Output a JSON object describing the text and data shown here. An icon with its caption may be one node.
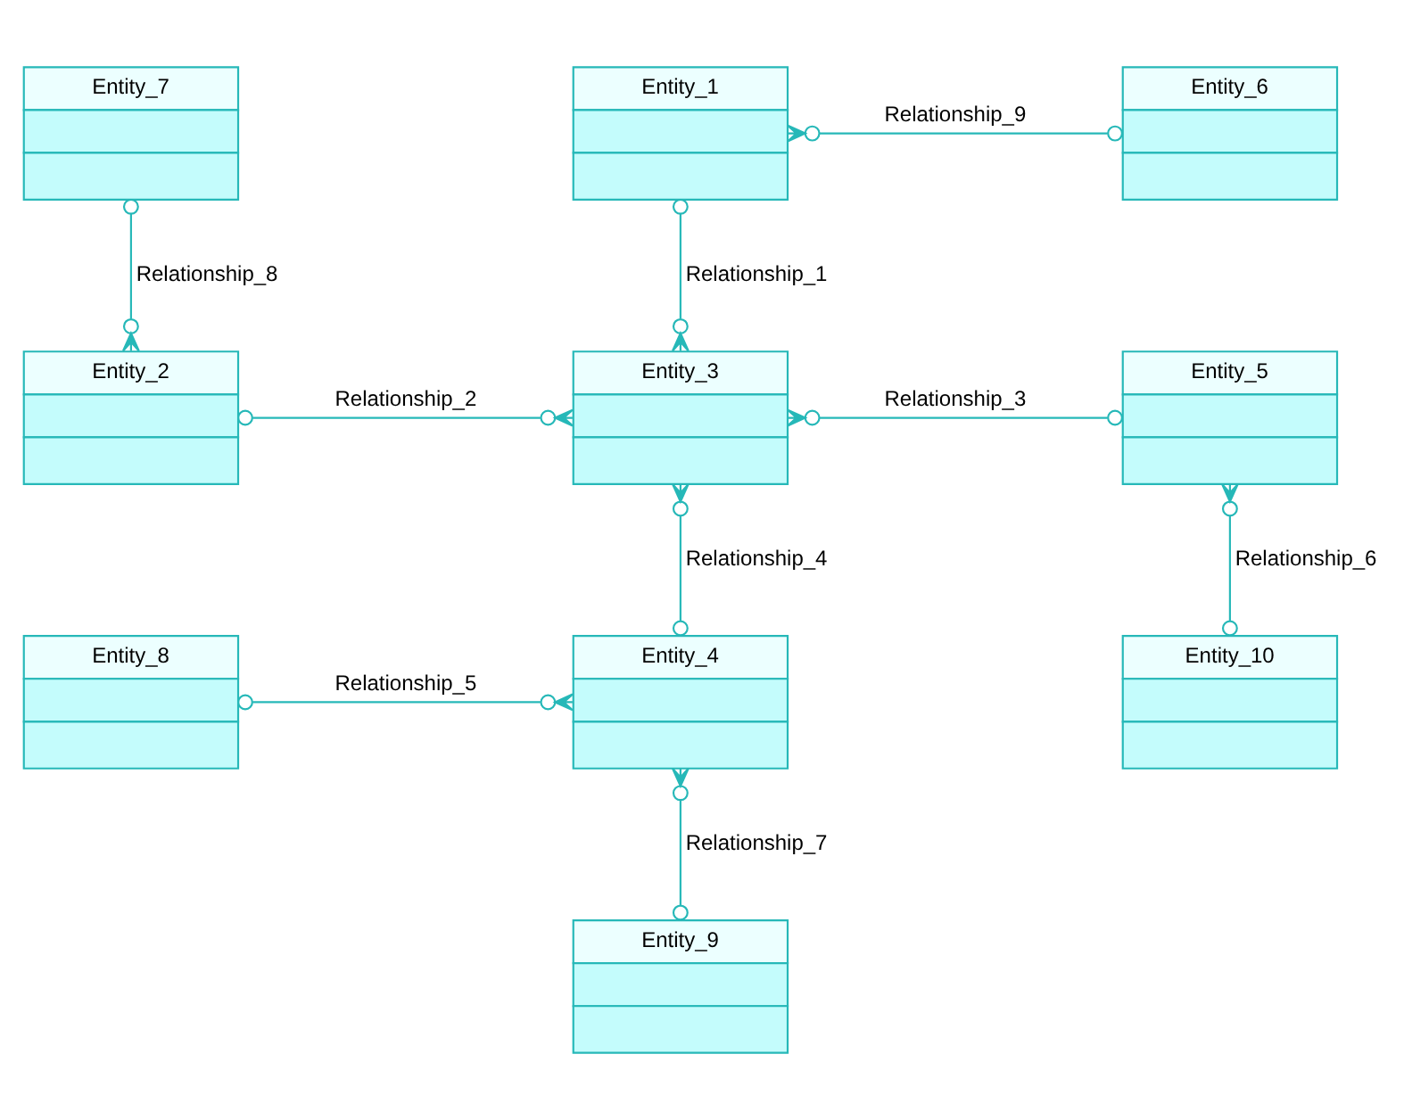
{
  "diagram": {
    "nodes": [
      {
        "text": [
          "Entity_7"
        ]
      },
      {
        "text": [
          "Entity_1"
        ]
      },
      {
        "text": [
          "Entity_6"
        ]
      },
      {
        "text": [
          "Entity_2"
        ]
      },
      {
        "text": [
          "Entity_3"
        ]
      },
      {
        "text": [
          "Entity_5"
        ]
      },
      {
        "text": [
          "Entity_10"
        ]
      },
      {
        "text": [
          "Entity_8"
        ]
      },
      {
        "text": [
          "Entity_4"
        ]
      },
      {
        "text": [
          "Entity_9"
        ]
      }
    ],
    "edges": [
      {
        "from": 1,
        "to": 2,
        "arrow": "other",
        "label": "Relationship_9"
      },
      {
        "from": 0,
        "to": 3,
        "arrow": "other",
        "label": "Relationship_8"
      },
      {
        "from": 1,
        "to": 4,
        "arrow": "other",
        "label": "Relationship_1"
      },
      {
        "from": 3,
        "to": 4,
        "arrow": "other",
        "label": "Relationship_2"
      },
      {
        "from": 4,
        "to": 5,
        "arrow": "other",
        "label": "Relationship_3"
      },
      {
        "from": 4,
        "to": 8,
        "arrow": "other",
        "label": "Relationship_4"
      },
      {
        "from": 5,
        "to": 6,
        "arrow": "other",
        "label": "Relationship_6"
      },
      {
        "from": 7,
        "to": 8,
        "arrow": "other",
        "label": "Relationship_5"
      },
      {
        "from": 8,
        "to": 9,
        "arrow": "other",
        "label": "Relationship_7"
      }
    ]
  }
}
